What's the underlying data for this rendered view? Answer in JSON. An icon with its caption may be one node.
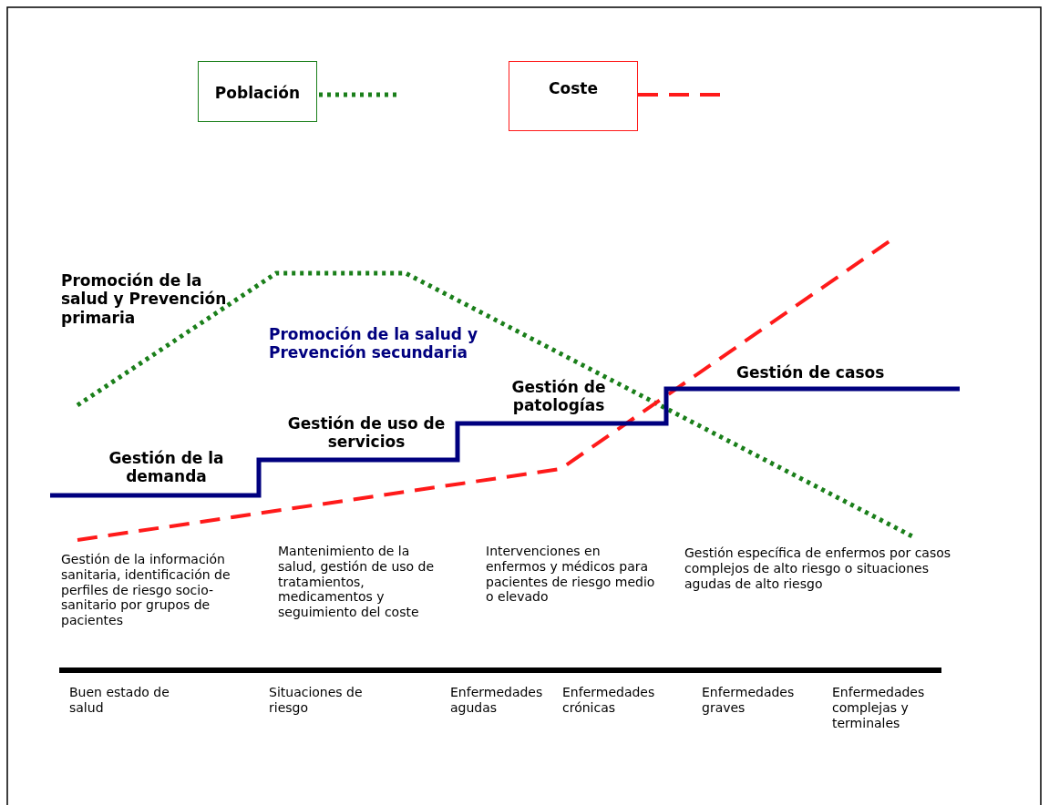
{
  "diagram": {
    "labels": [
      "Promoción de la salud y Prevención primaria",
      "Promoción de la salud y Prevención secundaria",
      "Gestión de casos",
      "Gestión de patologías",
      "Gestión de uso de servicios",
      "Gestión de la demanda",
      "Gestión de la información sanitaria, identificación de perfiles de riesgo socio-sanitario por grupos de pacientes",
      "Mantenimiento de la salud, gestión de uso de tratamientos, medicamentos y seguimiento del coste",
      "Intervenciones en enfermos y médicos para pacientes de riesgo medio o elevado",
      "Gestión específica de enfermos por casos complejos de alto riesgo o situaciones agudas de alto riesgo",
      "Buen estado de salud",
      "Situaciones de riesgo",
      "Enfermedades agudas",
      "Enfermedades crónicas",
      "Enfermedades graves",
      "Enfermedades complejas y terminales"
    ],
    "legend": [
      {
        "text": "Población"
      },
      {
        "text": "Coste"
      }
    ]
  }
}
